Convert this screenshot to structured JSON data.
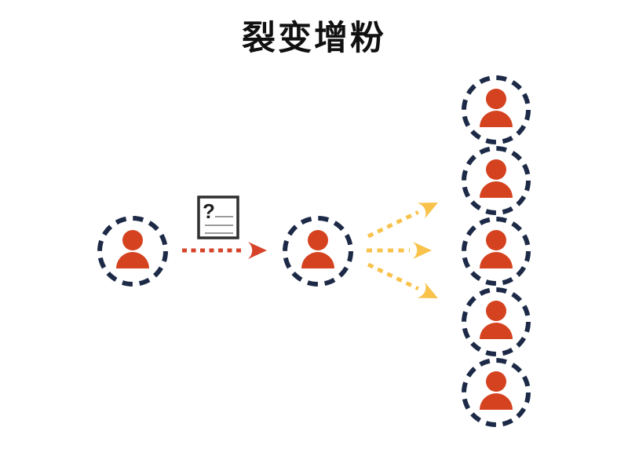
{
  "page": {
    "background": "#ffffff"
  },
  "diagram": {
    "title": "裂变增粉",
    "source_user": {
      "icon": "person-icon"
    },
    "distributor_user": {
      "icon": "person-icon"
    },
    "followers": {
      "count": 5,
      "icon": "person-icon"
    },
    "share_document": {
      "mark": "?",
      "line_count": 3
    },
    "share_arrow": {
      "style": "dashed",
      "direction": "right",
      "count": 1
    },
    "fission_arrows": {
      "style": "dashed",
      "direction": "right-fan",
      "count": 3
    }
  },
  "colors": {
    "background": "#ffffff",
    "title": "#111111",
    "person": "#d5421f",
    "dashed_circle": "#1d2a47",
    "share_arrow": "#d6432a",
    "fission_arrow": "#f8c24b",
    "document_border": "#2e2e2e",
    "document_line": "#9b9b9b",
    "question_mark": "#1e1e1e"
  }
}
